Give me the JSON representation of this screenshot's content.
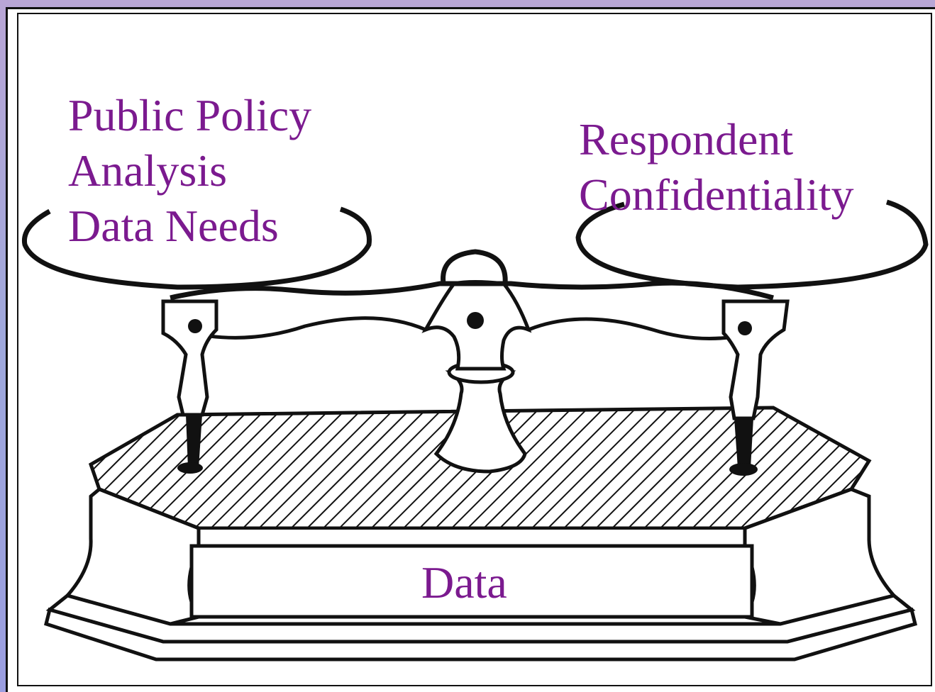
{
  "labels": {
    "left_pan": [
      "Public Policy",
      "Analysis",
      "Data Needs"
    ],
    "right_pan": [
      "Respondent",
      "Confidentiality"
    ],
    "base": "Data"
  },
  "colors": {
    "text": "#7b1a8f",
    "ink": "#111111",
    "background_gradient": [
      "#b9a6d6",
      "#9b9ee0"
    ]
  },
  "icons": {
    "illustration": "balance-scale-icon"
  }
}
